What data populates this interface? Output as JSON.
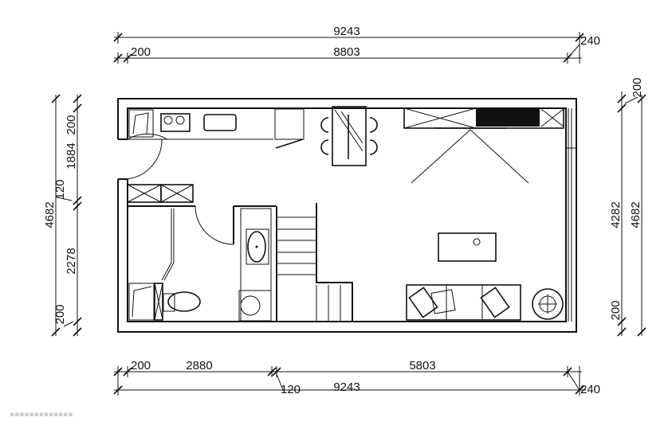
{
  "dimensions": {
    "top_total": "9243",
    "top_right_wall": "240",
    "top_left_wall": "200",
    "top_inner": "8803",
    "left_total": "4682",
    "left_top_wall": "200",
    "left_kitchen": "1884",
    "left_partition": "120",
    "left_bath": "2278",
    "left_bottom_wall": "200",
    "right_top_wall": "200",
    "right_inner": "4282",
    "right_total": "4682",
    "right_bottom_wall": "200",
    "bottom_left_wall": "200",
    "bottom_bath": "2880",
    "bottom_living": "5803",
    "bottom_partition": "120",
    "bottom_total": "9243",
    "bottom_right_wall": "240"
  },
  "colors": {
    "line": "#111111",
    "background": "#ffffff"
  }
}
